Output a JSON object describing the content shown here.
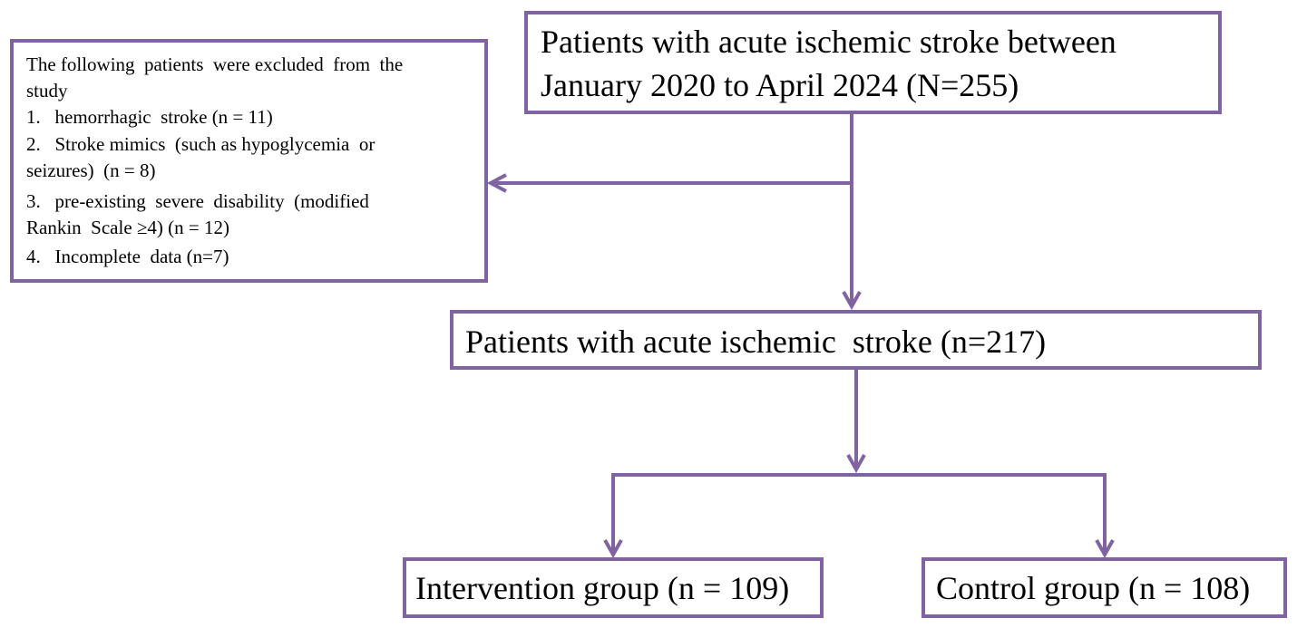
{
  "diagram": {
    "colors": {
      "stroke": "#8064a2",
      "text": "#000000",
      "background": "#ffffff"
    },
    "top_box": {
      "line1": "Patients with acute ischemic stroke between",
      "line2": "January 2020 to April 2024 (N=255)"
    },
    "exclusion_box": {
      "intro_line1": "The following  patients  were excluded  from  the",
      "intro_line2": "study",
      "item1": "1.   hemorrhagic  stroke (n = 11)",
      "item2_line1": "2.   Stroke mimics  (such as hypoglycemia  or",
      "item2_line2": "seizures)  (n = 8)",
      "item3_line1": "3.   pre-existing  severe  disability  (modified",
      "item3_line2": "Rankin  Scale ≥4) (n = 12)",
      "item4": "4.   Incomplete  data (n=7)"
    },
    "middle_box": {
      "label": "Patients with acute ischemic  stroke (n=217)"
    },
    "intervention_box": {
      "label": "Intervention group (n = 109)"
    },
    "control_box": {
      "label": "Control group (n = 108)"
    }
  }
}
